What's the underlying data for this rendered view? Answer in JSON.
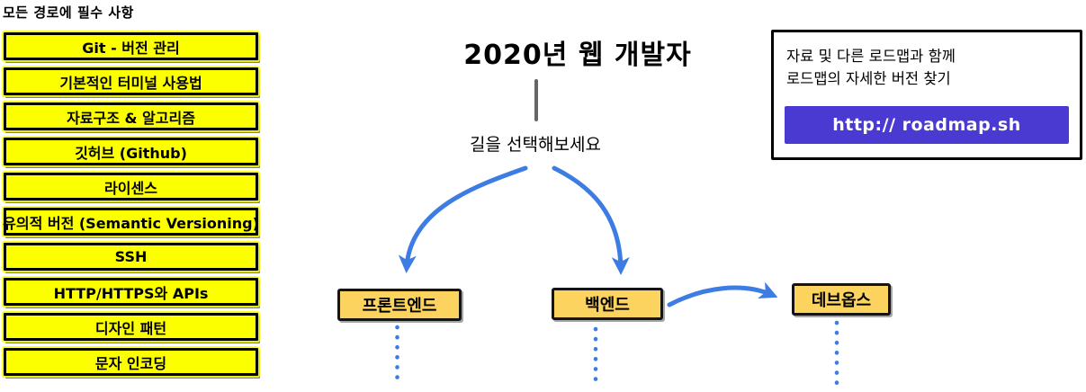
{
  "header": {
    "title": "2020년 웹 개발자",
    "choose_path_label": "길을 선택해보세요"
  },
  "required_section": {
    "header": "모든 경로에 필수 사항",
    "items": [
      "Git - 버전 관리",
      "기본적인 터미널 사용법",
      "자료구조 & 알고리즘",
      "깃허브 (Github)",
      "라이센스",
      "유의적 버전 (Semantic Versioning)",
      "SSH",
      "HTTP/HTTPS와 APIs",
      "디자인 패턴",
      "문자 인코딩"
    ]
  },
  "paths": {
    "frontend": "프론트엔드",
    "backend": "백엔드",
    "devops": "데브옵스"
  },
  "info_box": {
    "line1": "자료 및 다른 로드맵과 함께",
    "line2": "로드맵의 자세한 버전 찾기",
    "button_label": "http:// roadmap.sh"
  },
  "colors": {
    "required_box": "#fcff00",
    "path_box": "#fbd35e",
    "arrow": "#3d7de3",
    "button": "#4b3ad2",
    "connector_line": "#666666",
    "border": "#000000"
  }
}
